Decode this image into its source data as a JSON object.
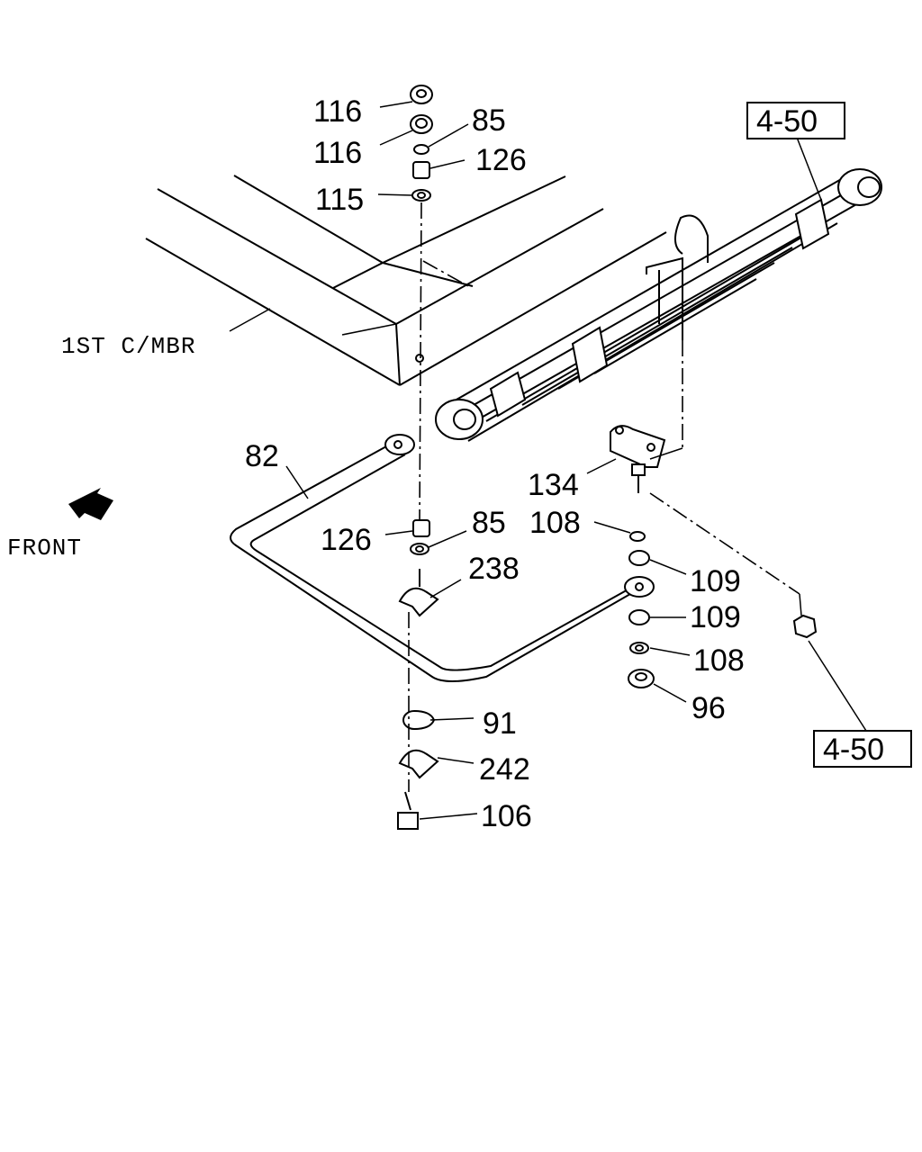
{
  "diagram": {
    "labels": {
      "p116a": "116",
      "p116b": "116",
      "p85a": "85",
      "p126a": "126",
      "p115": "115",
      "ref_top": "4-50",
      "crossmember": "1ST C/MBR",
      "p82": "82",
      "p134": "134",
      "front": "FRONT",
      "p108a": "108",
      "p126b": "126",
      "p85b": "85",
      "p238": "238",
      "p109a": "109",
      "p109b": "109",
      "p108b": "108",
      "p96": "96",
      "p91": "91",
      "p242": "242",
      "p106": "106",
      "ref_bottom": "4-50"
    }
  }
}
